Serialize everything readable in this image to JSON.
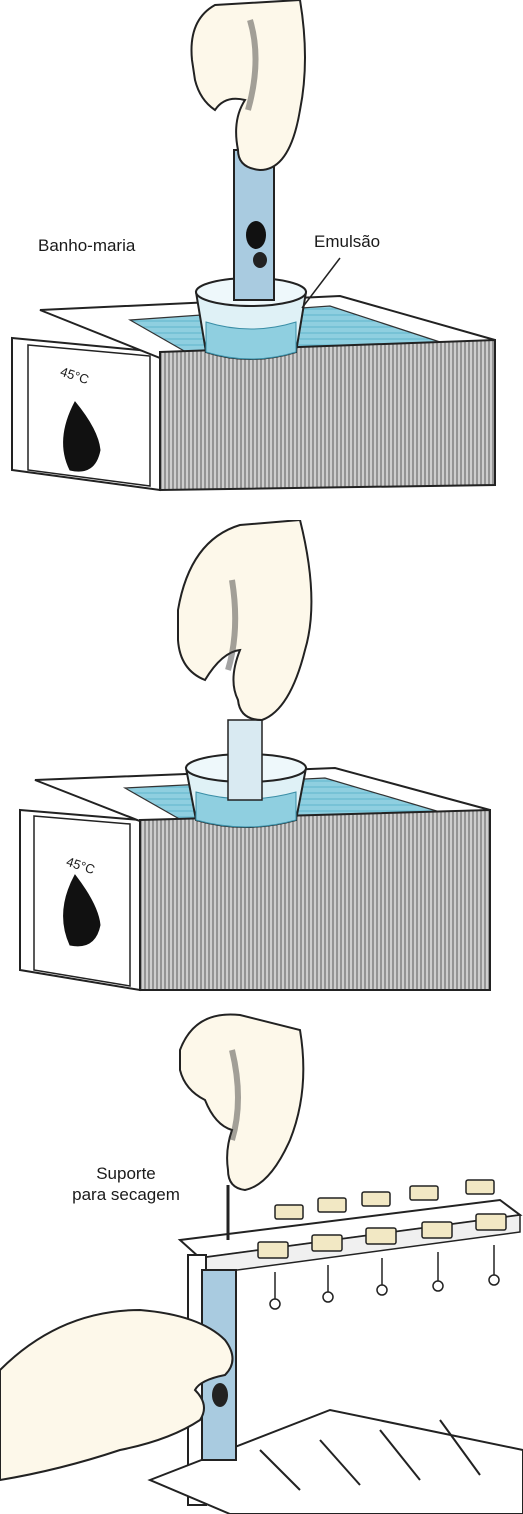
{
  "figure": {
    "panel_1": {
      "label_bath": "Banho-maria",
      "label_emulsion": "Emulsão",
      "temperature": "45°C"
    },
    "panel_2": {
      "temperature": "45°C"
    },
    "panel_3": {
      "label_rack_line1": "Suporte",
      "label_rack_line2": "para secagem"
    }
  },
  "colors": {
    "water": "#8fcfe0",
    "water_dark": "#5fb4cc",
    "slide": "#a9cbe0",
    "skin": "#fdf8ea",
    "ink": "#1a1a1a",
    "tab": "#f2e8c4"
  }
}
